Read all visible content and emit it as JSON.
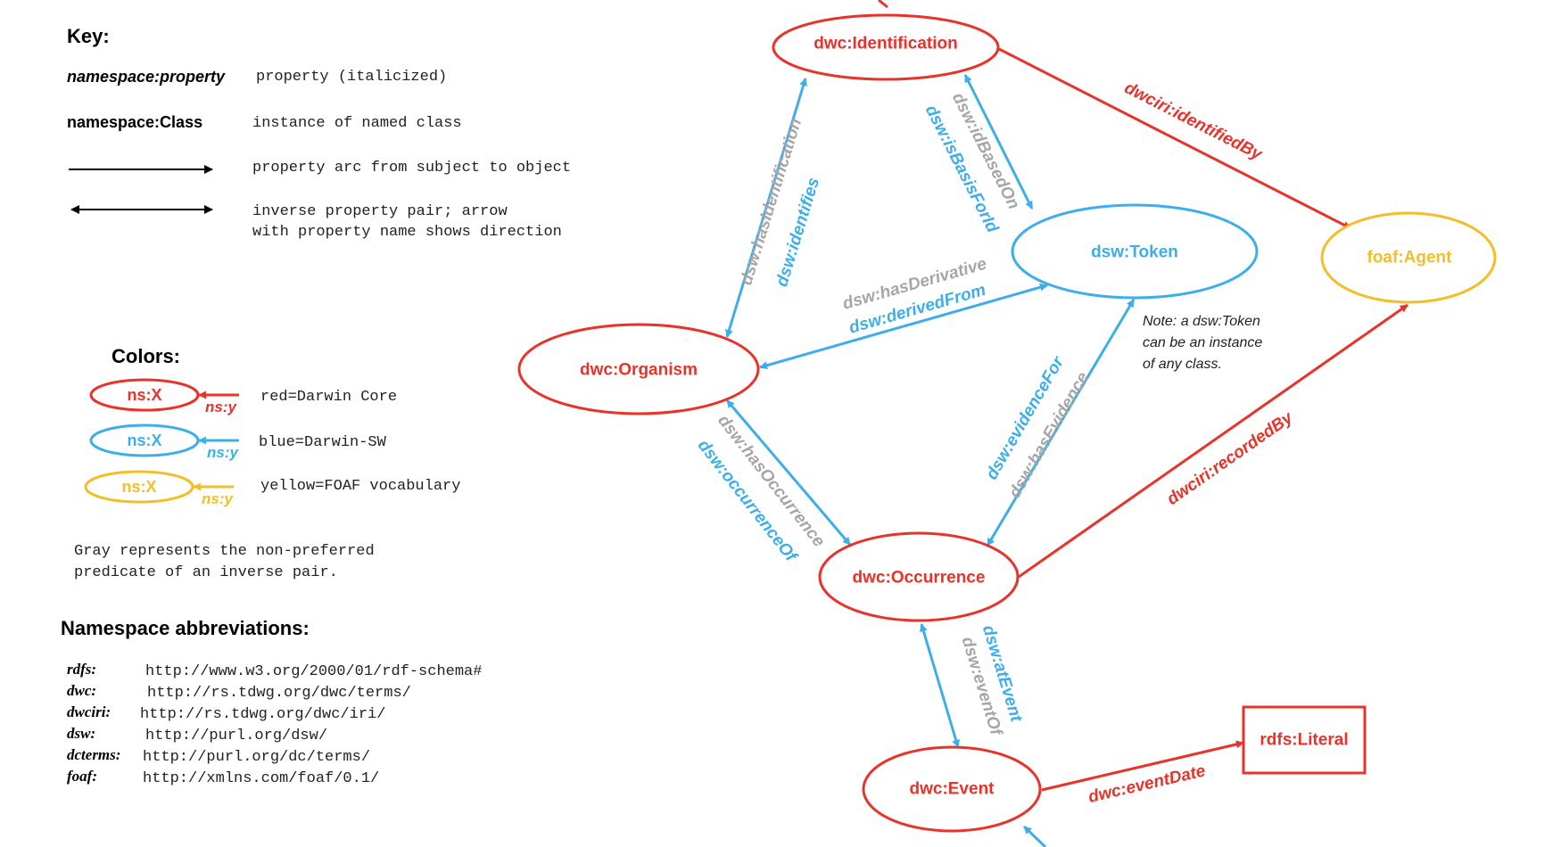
{
  "colors": {
    "red": "#e8332a",
    "blue": "#3daee9",
    "yellow": "#f2be2a",
    "gray": "#a6a6a6",
    "black": "#000000"
  },
  "key": {
    "title": "Key:",
    "rows": [
      {
        "symbol": "namespace:property",
        "description": "property (italicized)"
      },
      {
        "symbol": "namespace:Class",
        "description": "instance of named class"
      },
      {
        "symbol": "",
        "description": "property arc from subject to object"
      },
      {
        "symbol": "",
        "description": "inverse property pair; arrow",
        "description2": "with property name shows direction"
      }
    ]
  },
  "colors_legend": {
    "title": "Colors:",
    "rows": [
      {
        "node": "ns:X",
        "edge": "ns:y",
        "color": "#e8332a",
        "description": "red=Darwin Core"
      },
      {
        "node": "ns:X",
        "edge": "ns:y",
        "color": "#3daee9",
        "description": "blue=Darwin-SW"
      },
      {
        "node": "ns:X",
        "edge": "ns:y",
        "color": "#f2be2a",
        "description": "yellow=FOAF vocabulary"
      }
    ],
    "gray_note_1": "Gray represents the non-preferred",
    "gray_note_2": "predicate of an inverse pair."
  },
  "namespaces": {
    "title": "Namespace abbreviations:",
    "items": [
      {
        "prefix": "rdfs:",
        "uri": "http://www.w3.org/2000/01/rdf-schema#"
      },
      {
        "prefix": "dwc:",
        "uri": "http://rs.tdwg.org/dwc/terms/"
      },
      {
        "prefix": "dwciri:",
        "uri": "http://rs.tdwg.org/dwc/iri/"
      },
      {
        "prefix": "dsw:",
        "uri": "http://purl.org/dsw/"
      },
      {
        "prefix": "dcterms:",
        "uri": "http://purl.org/dc/terms/"
      },
      {
        "prefix": "foaf:",
        "uri": "http://xmlns.com/foaf/0.1/"
      }
    ]
  },
  "nodes": {
    "identification": {
      "label": "dwc:Identification",
      "color": "#e8332a"
    },
    "token": {
      "label": "dsw:Token",
      "color": "#3daee9"
    },
    "agent": {
      "label": "foaf:Agent",
      "color": "#f2be2a"
    },
    "organism": {
      "label": "dwc:Organism",
      "color": "#e8332a"
    },
    "occurrence": {
      "label": "dwc:Occurrence",
      "color": "#e8332a"
    },
    "event": {
      "label": "dwc:Event",
      "color": "#e8332a"
    },
    "literal": {
      "label": "rdfs:Literal",
      "color": "#e8332a"
    }
  },
  "edges": {
    "identified_by": "dwciri:identifiedBy",
    "recorded_by": "dwciri:recordedBy",
    "event_date": "dwc:eventDate",
    "has_identification": "dsw:hasIdentification",
    "identifies": "dsw:identifies",
    "id_based_on": "dsw:idBasedOn",
    "is_basis_for_id": "dsw:isBasisForId",
    "has_derivative": "dsw:hasDerivative",
    "derived_from": "dsw:derivedFrom",
    "has_occurrence": "dsw:hasOccurrence",
    "occurrence_of": "dsw:occurrenceOf",
    "evidence_for": "dsw:evidenceFor",
    "has_evidence": "dsw:hasEvidence",
    "at_event": "dsw:atEvent",
    "event_of": "dsw:eventOf"
  },
  "token_note": {
    "line1": "Note: a dsw:Token",
    "line2": "can be an instance",
    "line3": "of any class."
  }
}
